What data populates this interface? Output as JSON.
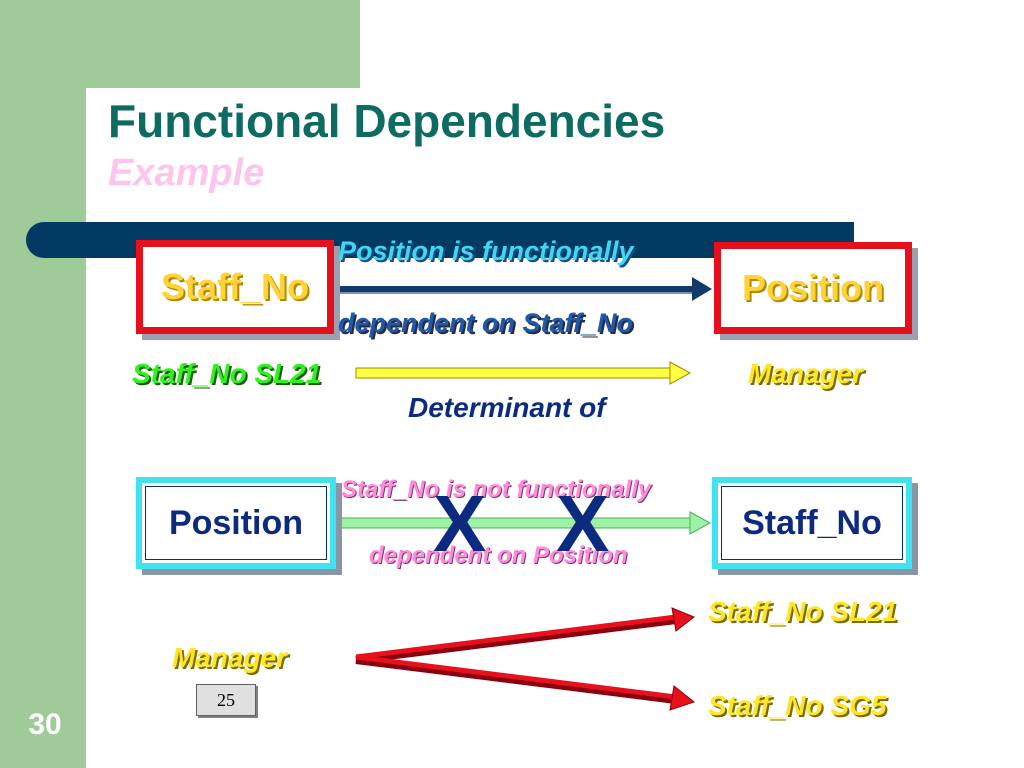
{
  "slide": {
    "number": "30",
    "title": "Functional Dependencies",
    "subtitle": "Example"
  },
  "diagram_1": {
    "left_box": "Staff_No",
    "right_box": "Position",
    "arrow_text_top": "Position is functionally",
    "arrow_text_bottom": "dependent on Staff_No",
    "example_left": "Staff_No SL21",
    "example_right": "Manager",
    "example_caption": "Determinant of"
  },
  "diagram_2": {
    "left_box": "Position",
    "right_box": "Staff_No",
    "arrow_text_top": "Staff_No is not functionally",
    "arrow_text_bottom": "dependent on Position",
    "cross_marks": [
      "X",
      "X"
    ],
    "source_value": "Manager",
    "target_values": [
      "Staff_No SL21",
      "Staff_No SG5"
    ]
  },
  "counter": "25",
  "colors": {
    "sidebar": "#9ecb98",
    "title": "#0d6b62",
    "divider": "#003a63",
    "red_border": "#e6101c",
    "cyan_border": "#3fe2ee"
  }
}
